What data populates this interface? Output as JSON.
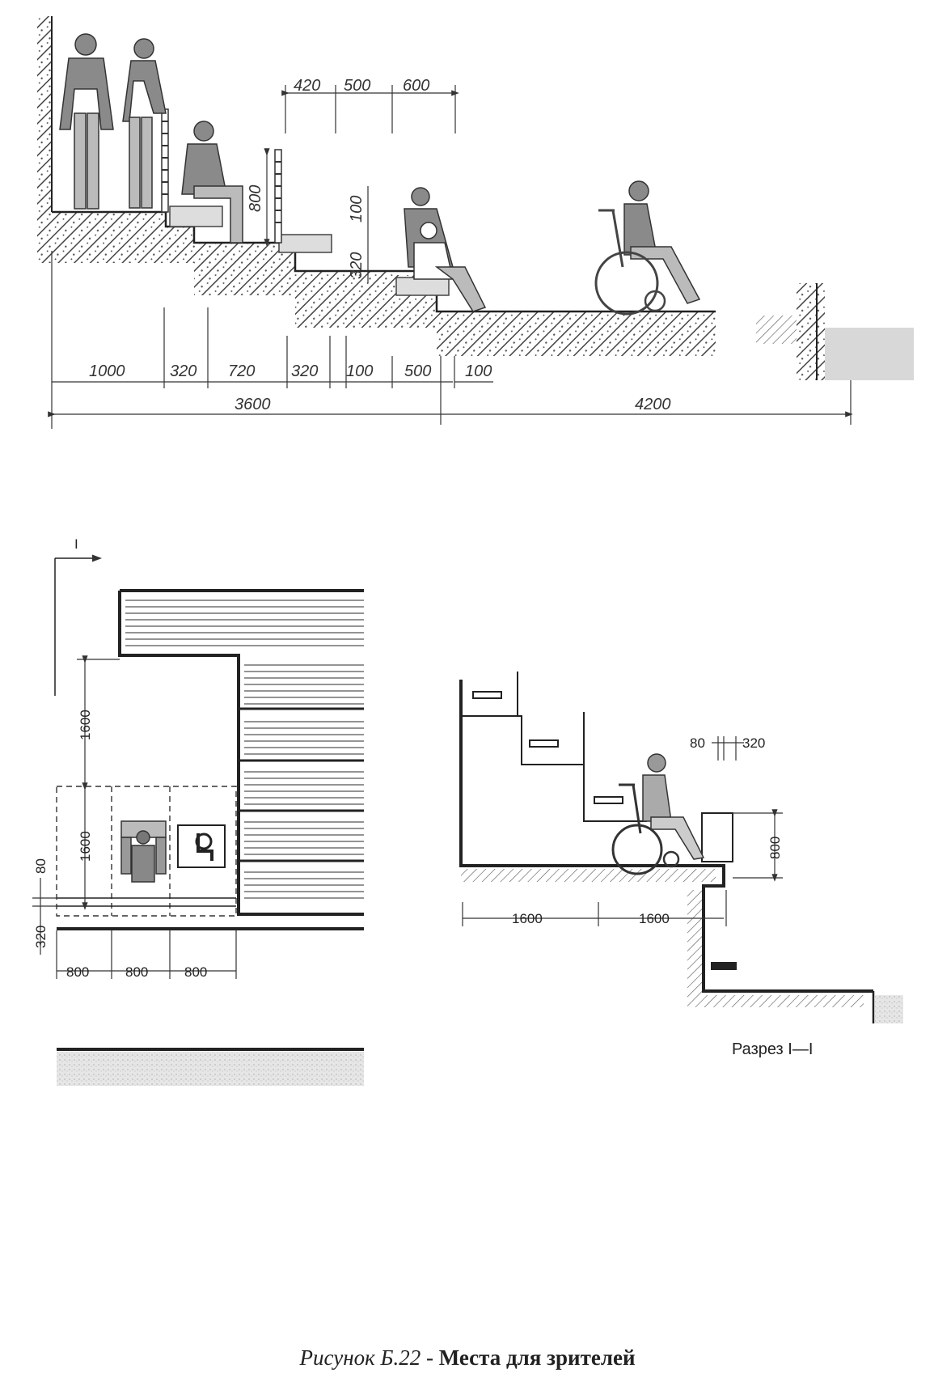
{
  "top_section": {
    "dims_top": [
      "420",
      "500",
      "600"
    ],
    "dims_vertical": [
      "800",
      "100",
      "320"
    ],
    "dims_row1": [
      "1000",
      "320",
      "720",
      "320",
      "100",
      "500",
      "100"
    ],
    "dims_row2": [
      "3600",
      "4200"
    ]
  },
  "plan": {
    "section_marker": "I",
    "dims_vertical": [
      "1600",
      "1600",
      "80",
      "320"
    ],
    "dims_horizontal": [
      "800",
      "800",
      "800"
    ],
    "wheelchair_sign_icon": "wheelchair-sign-icon"
  },
  "section_view": {
    "dims_top": [
      "80",
      "320"
    ],
    "dims_vertical": [
      "800"
    ],
    "dims_horizontal": [
      "1600",
      "1600"
    ],
    "label": "Разрез I—I"
  },
  "caption": {
    "prefix": "Рисунок Б.22",
    "separator": " - ",
    "text": "Места для зрителей"
  }
}
